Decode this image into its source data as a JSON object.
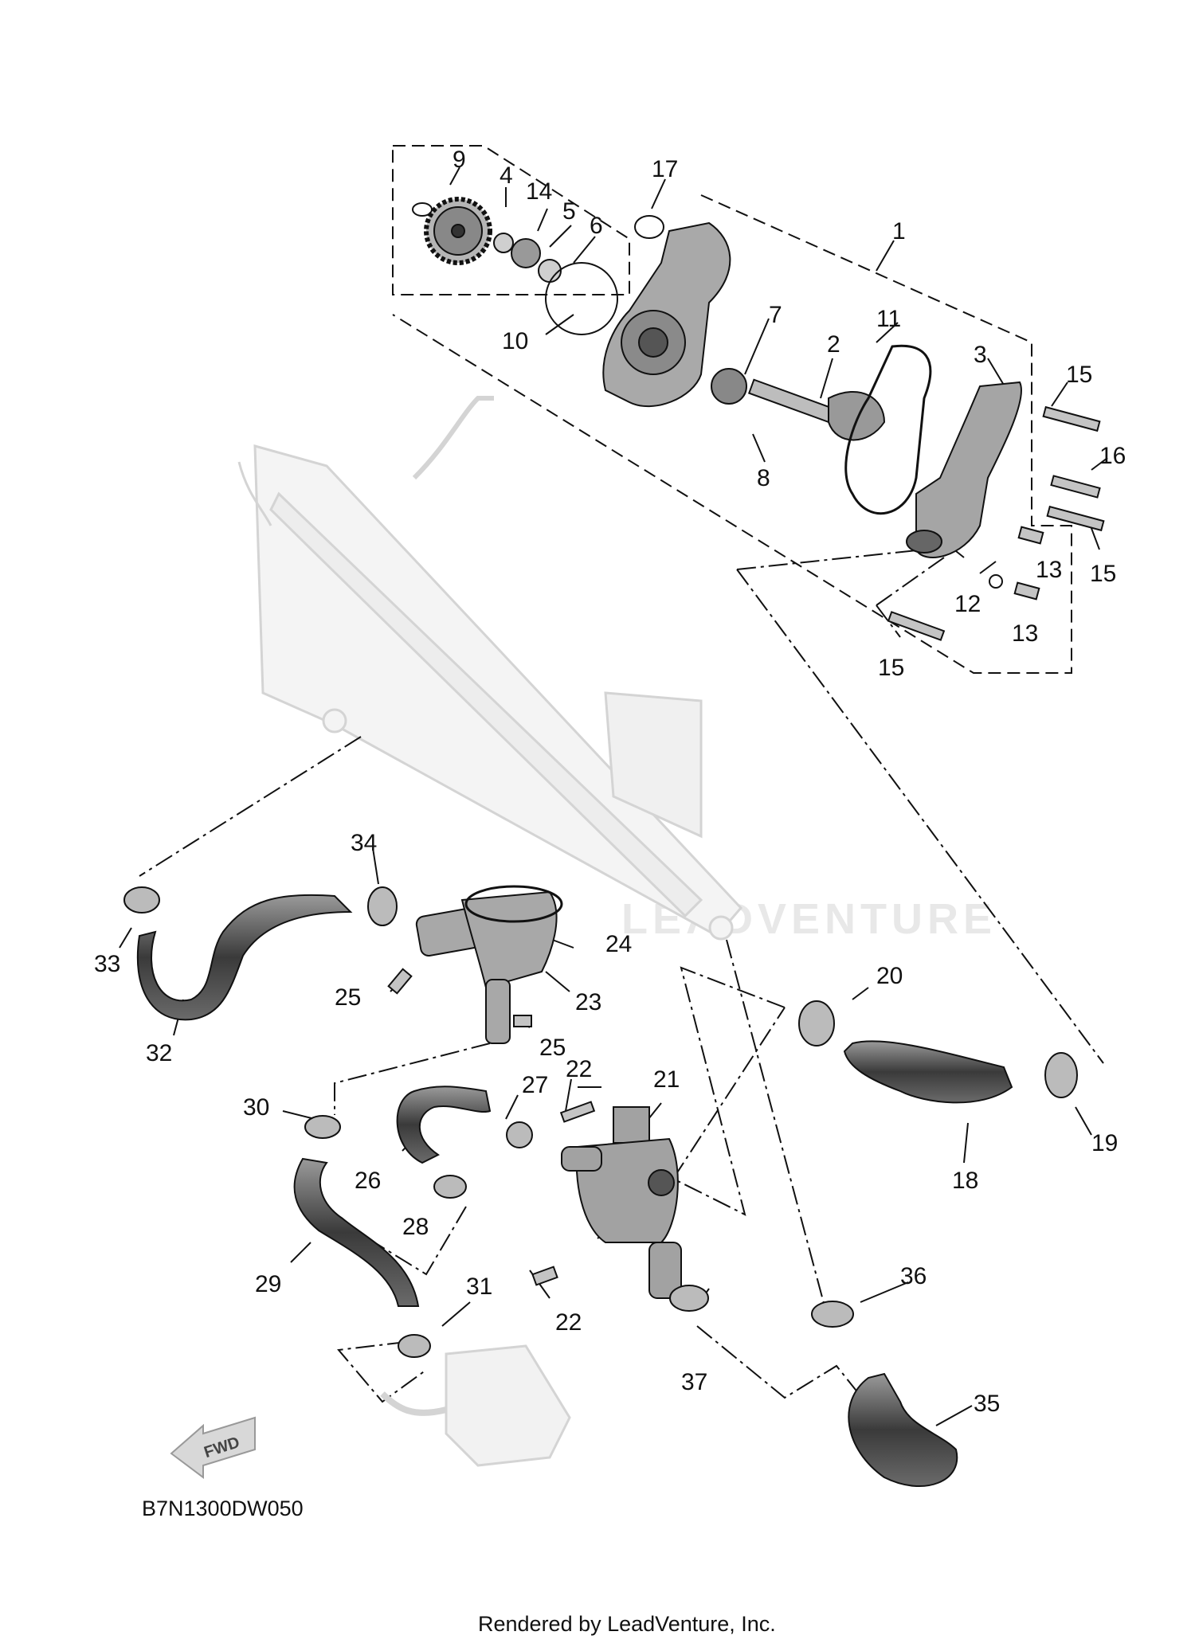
{
  "diagram": {
    "code": "B7N1300DW050",
    "direction_label": "FWD",
    "watermark": "LEADVENTURE",
    "footer": "Rendered by LeadVenture, Inc."
  },
  "callouts": [
    "1",
    "2",
    "3",
    "4",
    "5",
    "6",
    "7",
    "8",
    "9",
    "10",
    "11",
    "12",
    "13",
    "13",
    "14",
    "15",
    "15",
    "15",
    "16",
    "17",
    "18",
    "19",
    "20",
    "21",
    "22",
    "22",
    "23",
    "24",
    "25",
    "25",
    "26",
    "27",
    "28",
    "29",
    "30",
    "31",
    "32",
    "33",
    "34",
    "35",
    "36",
    "37"
  ],
  "colors": {
    "line": "#111111",
    "radiator": "#dddddd",
    "hose": "#555555"
  }
}
